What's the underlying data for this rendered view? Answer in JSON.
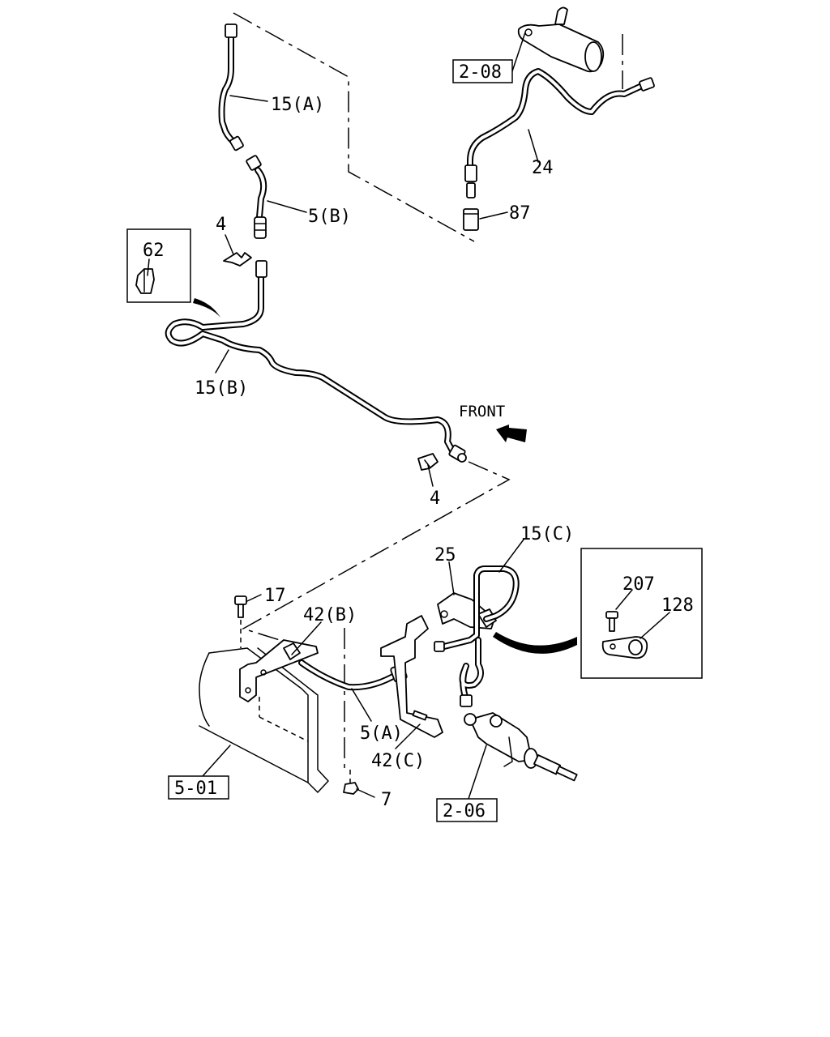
{
  "labels": {
    "l15a": "15(A)",
    "l5b": "5(B)",
    "l4top": "4",
    "l62": "62",
    "l15b": "15(B)",
    "l208": "2-08",
    "l24": "24",
    "l87": "87",
    "lfront": "FRONT",
    "l4mid": "4",
    "l15c": "15(C)",
    "l25": "25",
    "l17": "17",
    "l42b": "42(B)",
    "l207": "207",
    "l128": "128",
    "l5a": "5(A)",
    "l42c": "42(C)",
    "l501": "5-01",
    "l7": "7",
    "l206": "2-06"
  }
}
